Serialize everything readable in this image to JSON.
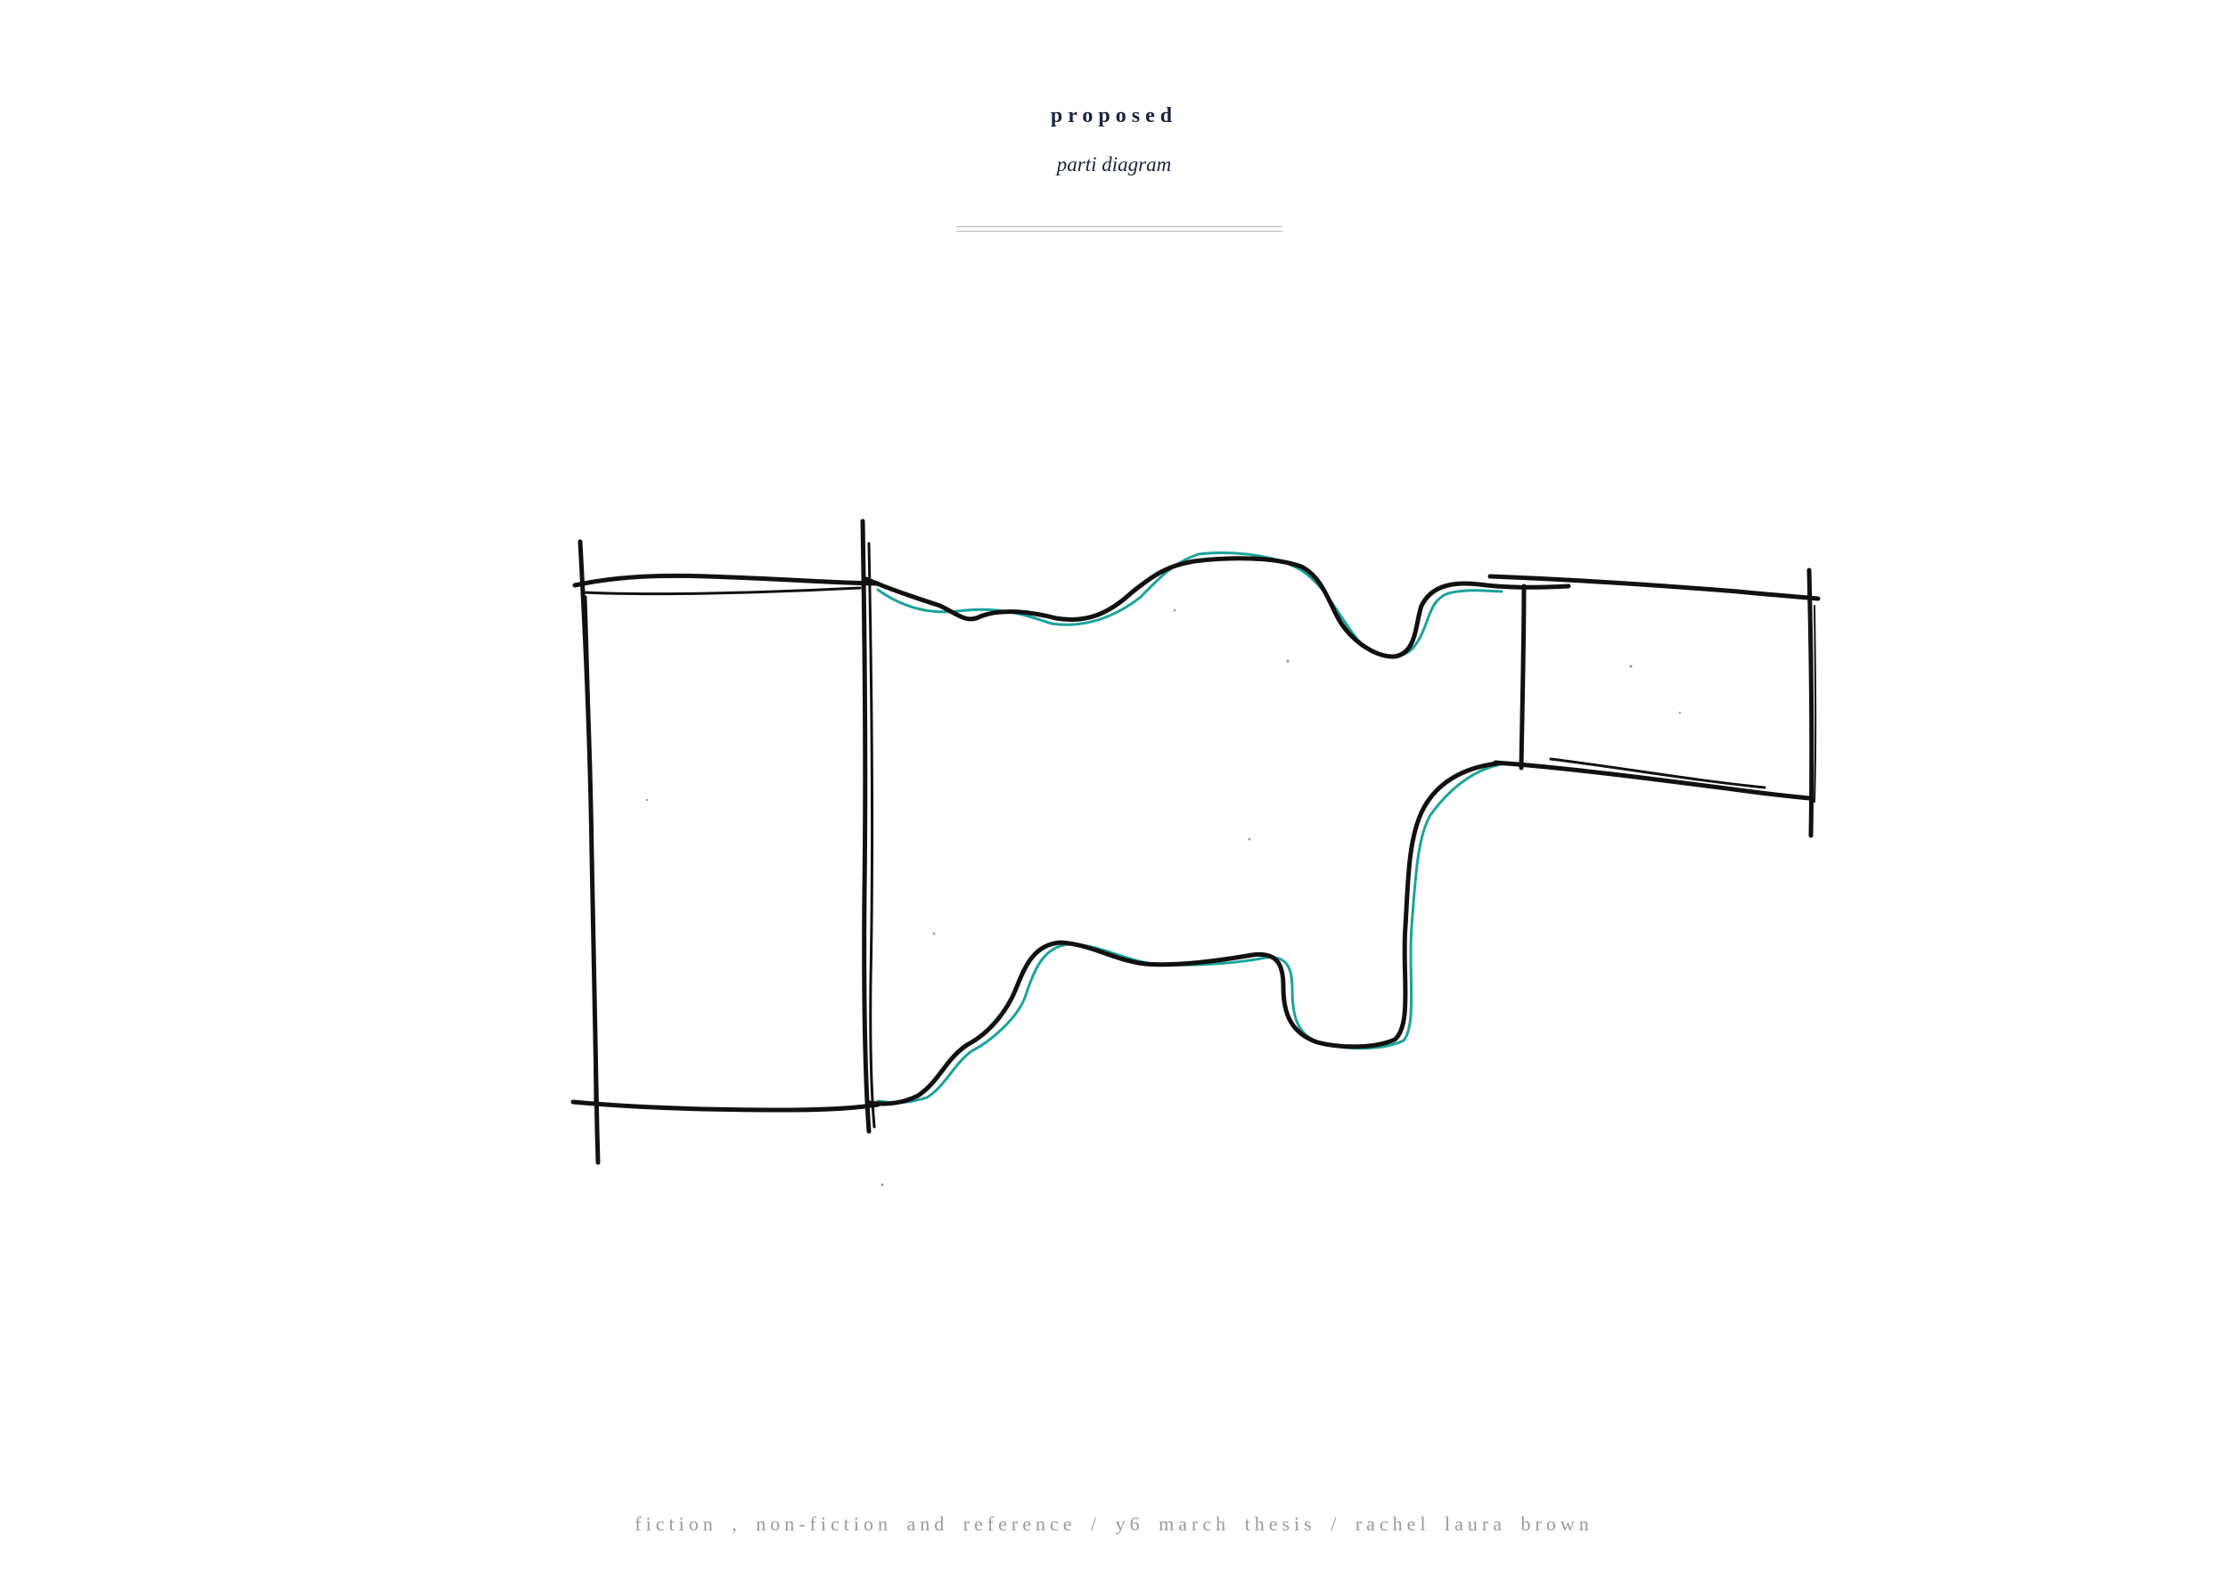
{
  "header": {
    "title": "proposed",
    "subtitle": "parti diagram"
  },
  "footer": {
    "text": "fiction , non-fiction and reference / y6 march thesis / rachel laura brown"
  },
  "colors": {
    "ink": "#111111",
    "accent": "#1aa39a",
    "title": "#1c2340",
    "footer": "#9a9a9a"
  }
}
